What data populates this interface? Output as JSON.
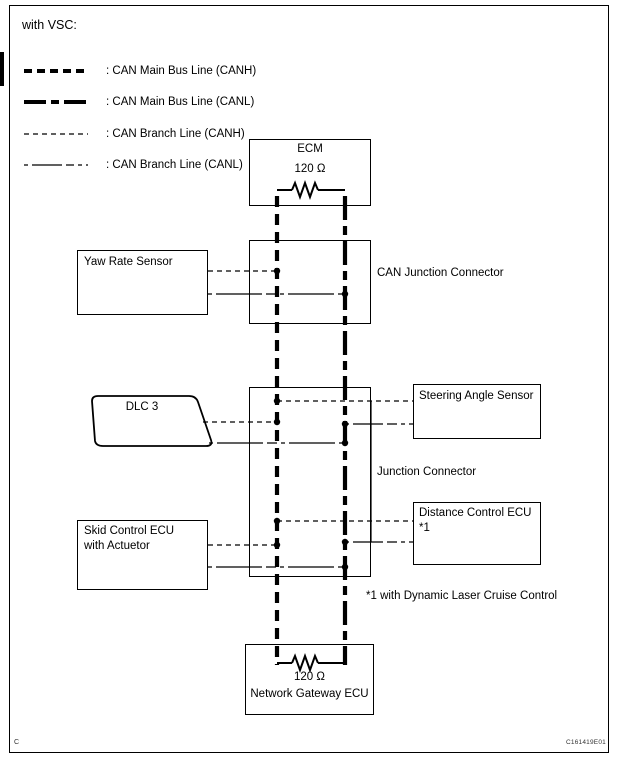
{
  "page": {
    "heading": "with VSC:",
    "corner_code_left": "C",
    "corner_code_right": "C161419E01"
  },
  "legend": {
    "items": [
      {
        "style": "can-main-canh",
        "label": ": CAN Main Bus Line (CANH)"
      },
      {
        "style": "can-main-canl",
        "label": ": CAN Main Bus Line (CANL)"
      },
      {
        "style": "can-branch-canh",
        "label": ": CAN Branch Line (CANH)"
      },
      {
        "style": "can-branch-canl",
        "label": ": CAN Branch Line (CANL)"
      }
    ]
  },
  "diagram": {
    "ecm": {
      "title": "ECM",
      "resistance": "120 Ω"
    },
    "network_gateway": {
      "title": "Network Gateway ECU",
      "resistance": "120 Ω"
    },
    "nodes": {
      "yaw_rate_sensor": "Yaw Rate Sensor",
      "dlc3": "DLC 3",
      "skid_control_ecu_line1": "Skid Control ECU",
      "skid_control_ecu_line2": "with Actuetor",
      "steering_angle_sensor": "Steering Angle Sensor",
      "distance_control_ecu_line1": "Distance Control ECU",
      "distance_control_ecu_line2": "*1"
    },
    "connectors": {
      "can_junction_connector": "CAN Junction Connector",
      "junction_connector": "Junction Connector"
    },
    "footnote": "*1 with Dynamic Laser Cruise Control"
  },
  "colors": {
    "line": "#000000",
    "background": "#ffffff"
  }
}
